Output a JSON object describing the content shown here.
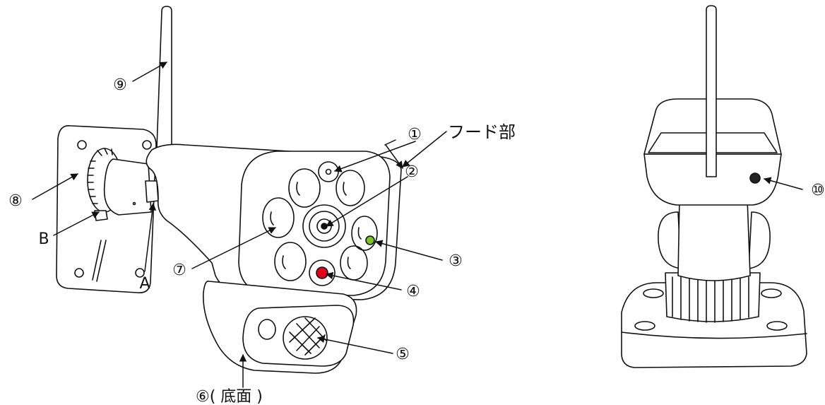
{
  "labels": {
    "n1": "①",
    "n2": "②",
    "n3": "③",
    "n4": "④",
    "n5": "⑤",
    "n6": "⑥( 底面 )",
    "n7": "⑦",
    "n8": "⑧",
    "n9": "⑨",
    "n10": "⑩",
    "hood": "フード部",
    "a": "A",
    "b": "B"
  },
  "colors": {
    "stroke": "#111111",
    "indicator_green": "#7ec41f",
    "indicator_red": "#e3001b",
    "back_dot": "#222222"
  },
  "views": [
    "front-three-quarter-view",
    "rear-view"
  ]
}
